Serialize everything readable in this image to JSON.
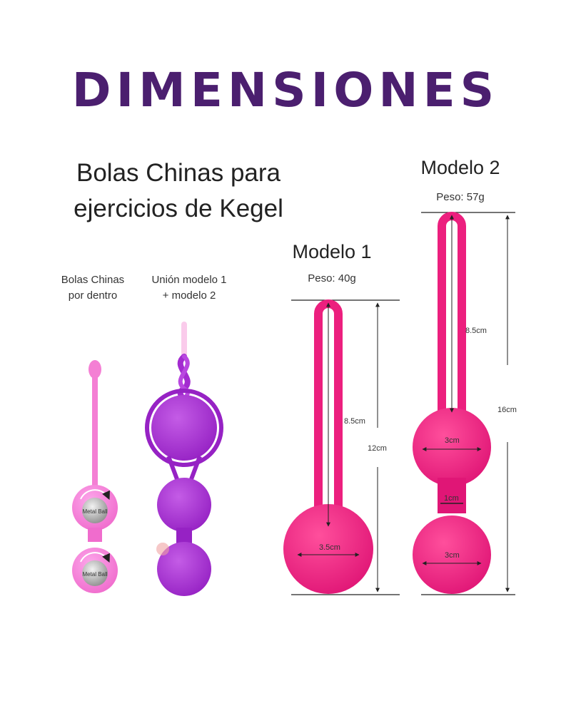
{
  "title": "DIMENSIONES",
  "subtitle_line1": "Bolas Chinas para",
  "subtitle_line2": "ejercicios de Kegel",
  "caption_inside_line1": "Bolas Chinas",
  "caption_inside_line2": "por dentro",
  "caption_union_line1": "Unión modelo 1",
  "caption_union_line2": "+ modelo 2",
  "metal_ball_label": "Metal Ball",
  "model1": {
    "name": "Modelo 1",
    "weight": "Peso: 40g",
    "loop_length": "8.5cm",
    "total_length": "12cm",
    "ball_width": "3.5cm"
  },
  "model2": {
    "name": "Modelo 2",
    "weight": "Peso: 57g",
    "loop_length": "8.5cm",
    "total_length": "16cm",
    "ball_top_width": "3cm",
    "neck_width": "1cm",
    "ball_bottom_width": "3cm"
  },
  "colors": {
    "title": "#4b1f6f",
    "pink_ball": "#ec1f7e",
    "light_pink": "#f77ad2",
    "purple": "#a32bd0"
  }
}
